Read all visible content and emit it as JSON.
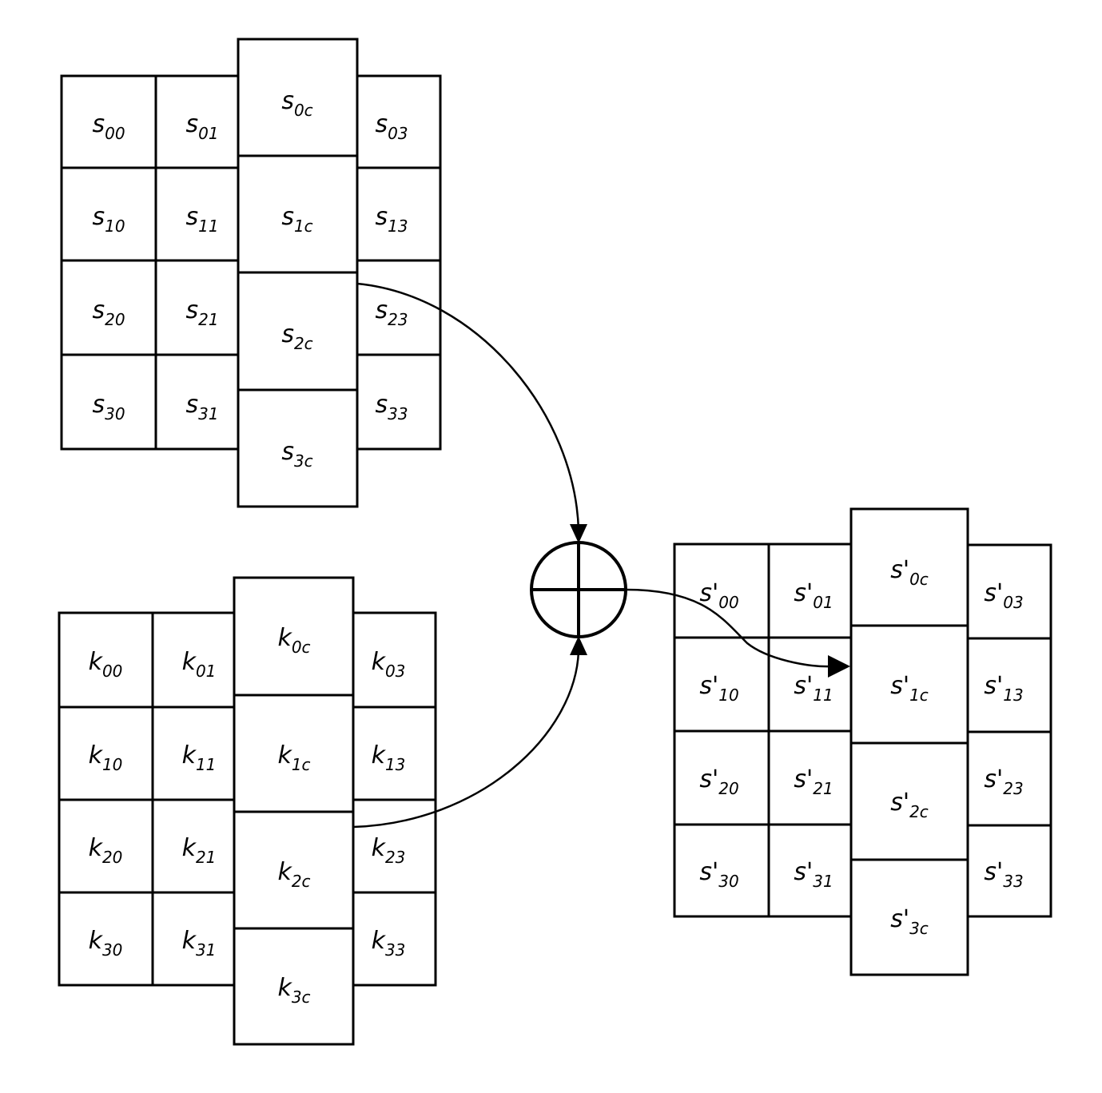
{
  "state_matrix": {
    "rows": [
      [
        "s",
        "00",
        "s",
        "01",
        "s",
        "0c",
        "s",
        "03"
      ],
      [
        "s",
        "10",
        "s",
        "11",
        "s",
        "1c",
        "s",
        "13"
      ],
      [
        "s",
        "20",
        "s",
        "21",
        "s",
        "2c",
        "s",
        "23"
      ],
      [
        "s",
        "30",
        "s",
        "31",
        "s",
        "3c",
        "s",
        "33"
      ]
    ]
  },
  "key_matrix": {
    "rows": [
      [
        "k",
        "00",
        "k",
        "01",
        "k",
        "0c",
        "k",
        "03"
      ],
      [
        "k",
        "10",
        "k",
        "11",
        "k",
        "1c",
        "k",
        "13"
      ],
      [
        "k",
        "20",
        "k",
        "21",
        "k",
        "2c",
        "k",
        "23"
      ],
      [
        "k",
        "30",
        "k",
        "31",
        "k",
        "3c",
        "k",
        "33"
      ]
    ]
  },
  "result_matrix": {
    "rows": [
      [
        "s'",
        "00",
        "s'",
        "01",
        "s'",
        "0c",
        "s'",
        "03"
      ],
      [
        "s'",
        "10",
        "s'",
        "11",
        "s'",
        "1c",
        "s'",
        "13"
      ],
      [
        "s'",
        "20",
        "s'",
        "21",
        "s'",
        "2c",
        "s'",
        "23"
      ],
      [
        "s'",
        "30",
        "s'",
        "31",
        "s'",
        "3c",
        "s'",
        "33"
      ]
    ]
  },
  "operator": {
    "icon": "xor-icon"
  },
  "colors": {
    "stroke": "#000000",
    "background": "#ffffff"
  }
}
